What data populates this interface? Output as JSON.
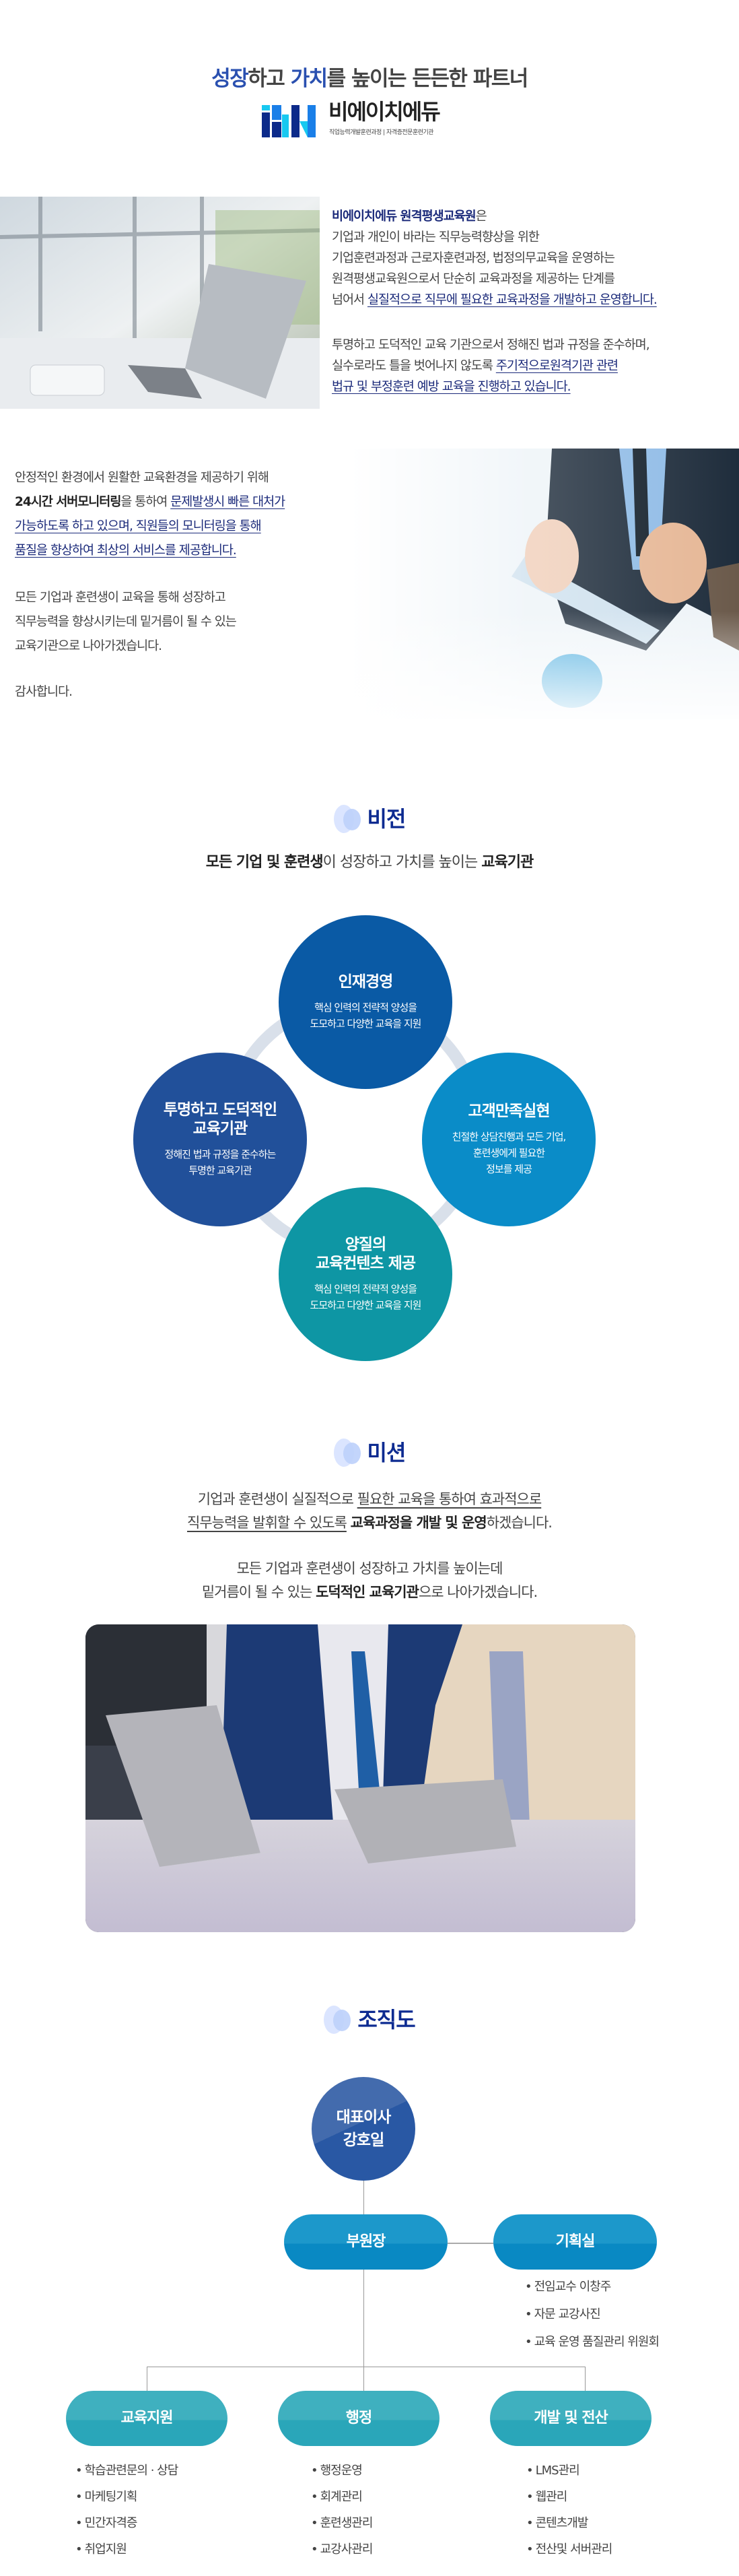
{
  "colors": {
    "navy": "#1b2a7a",
    "blue": "#2a50b0",
    "title": "#0d2b91"
  },
  "header": {
    "title": [
      {
        "text": "성장",
        "style": "hl"
      },
      {
        "text": "하고 ",
        "style": ""
      },
      {
        "text": "가치",
        "style": "hl"
      },
      {
        "text": "를 높이는 든든한 파트너",
        "style": ""
      }
    ],
    "logo": {
      "name": "비에이치에듀",
      "tagline": "직업능력개발훈련과정 | 자격증전문훈련기관",
      "mark": "iBH"
    }
  },
  "intro": {
    "paragraph1": [
      [
        {
          "text": "비에이치에듀 원격평생교육원",
          "style": "bn"
        },
        {
          "text": "은",
          "style": ""
        }
      ],
      [
        {
          "text": "기업과 개인이 바라는 직무능력향상을 위한",
          "style": ""
        }
      ],
      [
        {
          "text": "기업훈련과정과 근로자훈련과정, 법정의무교육을 운영하는",
          "style": ""
        }
      ],
      [
        {
          "text": "원격평생교육원으로서 단순히 교육과정을 제공하는 단계를",
          "style": ""
        }
      ],
      [
        {
          "text": "넘어서 ",
          "style": ""
        },
        {
          "text": "실질적으로 직무에 필요한 교육과정을 개발하고 운영합니다.",
          "style": "u"
        }
      ]
    ],
    "paragraph2": [
      [
        {
          "text": "투명하고 도덕적인 교육 기관으로서 정해진 법과 규정을 준수하며,",
          "style": ""
        }
      ],
      [
        {
          "text": "실수로라도 틀을 벗어나지 않도록 ",
          "style": ""
        },
        {
          "text": "주기적으로원격기관 관련",
          "style": "u"
        }
      ],
      [
        {
          "text": "법규 및 부정훈련 예방 교육을 진행하고 있습니다.",
          "style": "u"
        }
      ]
    ],
    "paragraph3": [
      [
        {
          "text": "안정적인 환경에서 원활한 교육환경을 제공하기 위해",
          "style": ""
        }
      ],
      [
        {
          "text": "24시간 서버모니터링",
          "style": "b"
        },
        {
          "text": "을 통하여 ",
          "style": ""
        },
        {
          "text": "문제발생시 빠른 대처가",
          "style": "u"
        }
      ],
      [
        {
          "text": "가능하도록 하고 있으며, 직원들의 모니터링을 통해",
          "style": "u"
        }
      ],
      [
        {
          "text": "품질을 향상하여 최상의 서비스를 제공합니다.",
          "style": "u"
        }
      ]
    ],
    "paragraph4": [
      [
        {
          "text": "모든 기업과 훈련생이 교육을 통해 성장하고",
          "style": ""
        }
      ],
      [
        {
          "text": "직무능력을 향상시키는데 밑거름이 될 수 있는",
          "style": ""
        }
      ],
      [
        {
          "text": "교육기관으로 나아가겠습니다.",
          "style": ""
        }
      ]
    ],
    "closing": "감사합니다."
  },
  "vision": {
    "title": "비전",
    "subtitle": [
      {
        "text": "모든 기업 및 훈련생",
        "style": "b"
      },
      {
        "text": "이 성장하고 가치를 높이는 ",
        "style": ""
      },
      {
        "text": "교육기관",
        "style": "b"
      }
    ],
    "items": [
      {
        "title": "인재경영",
        "desc": "핵심 인력의 전략적 양성을\n도모하고 다양한 교육을 지원",
        "color": "#0a5aa5"
      },
      {
        "title": "고객만족실현",
        "desc": "친절한 상담진행과 모든 기업,\n훈련생에게 필요한\n정보를 제공",
        "color": "#0a8cc8"
      },
      {
        "title": "양질의\n교육컨텐츠 제공",
        "desc": "핵심 인력의 전략적 양성을\n도모하고 다양한 교육을 지원",
        "color": "#0e96a4"
      },
      {
        "title": "투명하고 도덕적인\n교육기관",
        "desc": "정해진 법과 규정을 준수하는\n투명한 교육기관",
        "color": "#21509a"
      }
    ]
  },
  "mission": {
    "title": "미션",
    "lines": [
      [
        {
          "text": "기업과 훈련생이 실질적으로 ",
          "style": ""
        },
        {
          "text": "필요한 교육을 통하여 효과적으로",
          "style": "ug"
        }
      ],
      [
        {
          "text": "직무능력을 발휘할 수 있도록",
          "style": "ug"
        },
        {
          "text": " ",
          "style": ""
        },
        {
          "text": "교육과정을 개발 및 운영",
          "style": "b"
        },
        {
          "text": "하겠습니다.",
          "style": ""
        }
      ],
      [
        {
          "text": "모든 기업과 훈련생이 성장하고 가치를 높이는데",
          "style": ""
        }
      ],
      [
        {
          "text": "밑거름이 될 수 있는 ",
          "style": ""
        },
        {
          "text": "도덕적인 교육기관",
          "style": "b"
        },
        {
          "text": "으로 나아가겠습니다.",
          "style": ""
        }
      ]
    ]
  },
  "org": {
    "title": "조직도",
    "ceo": {
      "role": "대표이사",
      "name": "강호일"
    },
    "vice": "부원장",
    "planning": {
      "label": "기획실",
      "items": [
        "전임교수 이창주",
        "자문 교강사진",
        "교육 운영 품질관리 위원회"
      ]
    },
    "departments": [
      {
        "label": "교육지원",
        "items": [
          "학습관련문의 · 상담",
          "마케팅기획",
          "민간자격증",
          "취업지원"
        ]
      },
      {
        "label": "행정",
        "items": [
          "행정운영",
          "회계관리",
          "훈련생관리",
          "교강사관리"
        ]
      },
      {
        "label": "개발 및 전산",
        "items": [
          "LMS관리",
          "웹관리",
          "콘텐츠개발",
          "전산및 서버관리"
        ]
      }
    ]
  }
}
